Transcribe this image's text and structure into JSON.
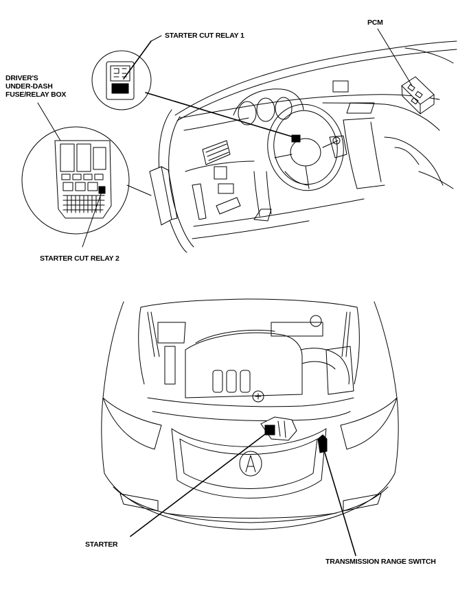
{
  "labels": {
    "pcm": "PCM",
    "starter_cut_relay_1": "STARTER CUT RELAY 1",
    "under_dash_box": [
      "DRIVER'S",
      "UNDER-DASH",
      "FUSE/RELAY BOX"
    ],
    "starter_cut_relay_2": "STARTER CUT RELAY 2",
    "starter": "STARTER",
    "transmission_range_switch": "TRANSMISSION RANGE SWITCH"
  }
}
